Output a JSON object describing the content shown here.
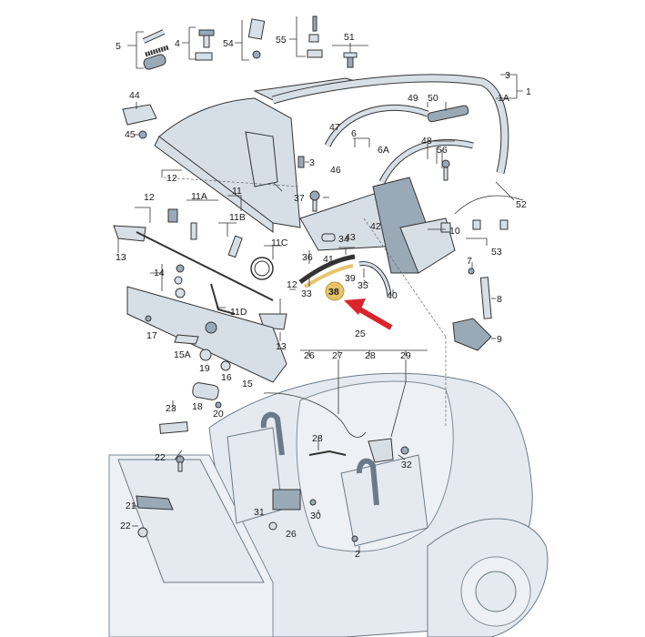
{
  "diagram": {
    "highlight": {
      "label": "38",
      "color": "#e8c36a",
      "arrow_color": "#d9242b"
    },
    "labels": [
      "1",
      "1A",
      "2",
      "3",
      "4",
      "5",
      "6",
      "6A",
      "7",
      "8",
      "9",
      "10",
      "11",
      "11A",
      "11B",
      "11C",
      "11D",
      "12",
      "13",
      "14",
      "15",
      "15A",
      "16",
      "17",
      "18",
      "19",
      "20",
      "21",
      "22",
      "23",
      "25",
      "26",
      "27",
      "28",
      "29",
      "30",
      "31",
      "32",
      "33",
      "34",
      "35",
      "36",
      "37",
      "38",
      "39",
      "40",
      "41",
      "42",
      "43",
      "44",
      "45",
      "46",
      "47",
      "48",
      "49",
      "50",
      "51",
      "52",
      "53",
      "54",
      "55",
      "56"
    ]
  }
}
